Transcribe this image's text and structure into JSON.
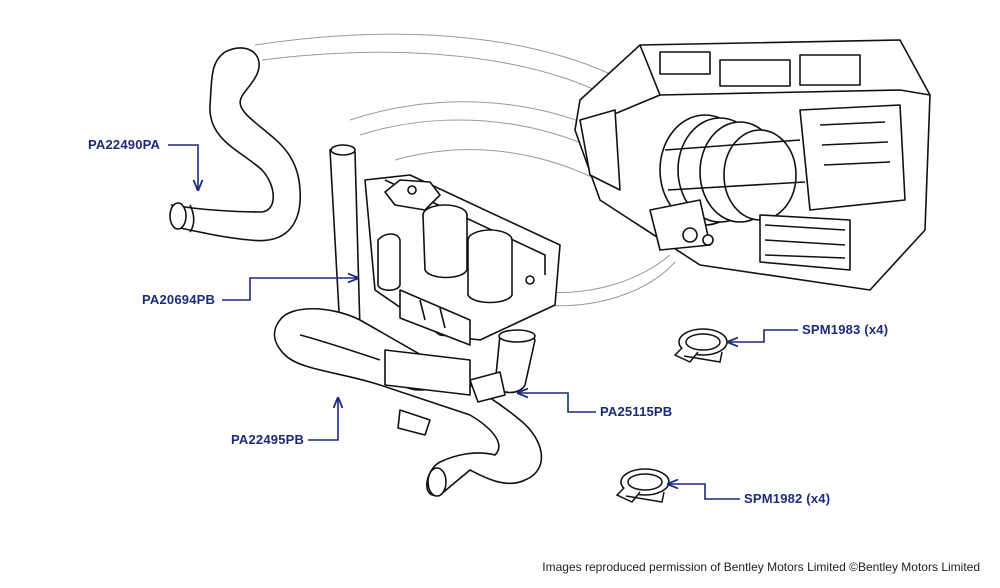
{
  "parts": {
    "pa22490pa": "PA22490PA",
    "pa20694pb": "PA20694PB",
    "pa22495pb": "PA22495PB",
    "pa25115pb": "PA25115PB",
    "spm1983": "SPM1983 (x4)",
    "spm1982": "SPM1982 (x4)"
  },
  "credit": "Images reproduced permission of Bentley Motors Limited ©Bentley Motors Limited",
  "colors": {
    "callout": "#1c2a7a",
    "line": "#111111",
    "background": "#ffffff"
  }
}
